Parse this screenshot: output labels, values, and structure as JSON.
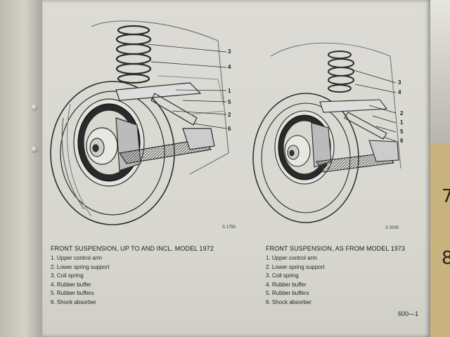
{
  "figure_left": {
    "callouts": [
      "3",
      "4",
      "1",
      "5",
      "2",
      "6"
    ],
    "serial": "S 1750",
    "caption": "FRONT SUSPENSION, UP TO AND INCL. MODEL 1972",
    "legend": [
      "1. Upper control arm",
      "2. Lower spring support",
      "3. Coil spring",
      "4. Rubber buffer",
      "5. Rubber buffers",
      "6. Shock absorber"
    ]
  },
  "figure_right": {
    "callouts": [
      "3",
      "4",
      "2",
      "1",
      "5",
      "6"
    ],
    "serial": "S 2030",
    "caption": "FRONT SUSPENSION, AS FROM MODEL 1973",
    "legend": [
      "1. Upper control arm",
      "2. Lower spring support",
      "3. Coil spring",
      "4. Rubber buffer",
      "5. Rubber buffers",
      "6. Shock absorber"
    ]
  },
  "page_number": "600—1",
  "ruler_digits": [
    "7",
    "8"
  ]
}
